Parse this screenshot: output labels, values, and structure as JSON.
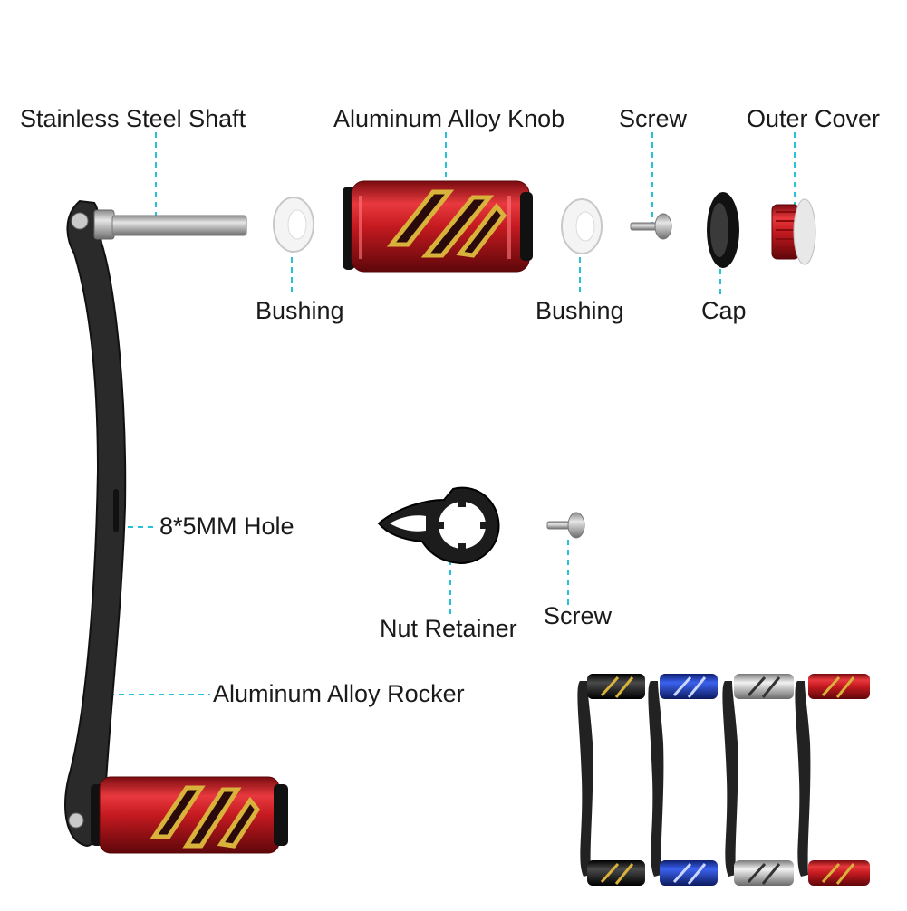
{
  "labels": {
    "shaft": "Stainless Steel Shaft",
    "knob": "Aluminum Alloy Knob",
    "screw_top": "Screw",
    "outer_cover": "Outer Cover",
    "bushing_left": "Bushing",
    "bushing_right": "Bushing",
    "cap": "Cap",
    "hole": "8*5MM Hole",
    "nut_retainer": "Nut Retainer",
    "screw_mid": "Screw",
    "rocker": "Aluminum Alloy Rocker"
  },
  "colors": {
    "leader": "#27c2d8",
    "knob_red": "#d21e24",
    "gold": "#d8b23a",
    "arm": "#2a2a2a",
    "variant_black": "#1c1c1c",
    "variant_blue": "#1f3fc8",
    "variant_silver": "#b9b9b9",
    "variant_red": "#d21e24"
  },
  "variants": [
    "black",
    "blue",
    "silver",
    "red"
  ]
}
